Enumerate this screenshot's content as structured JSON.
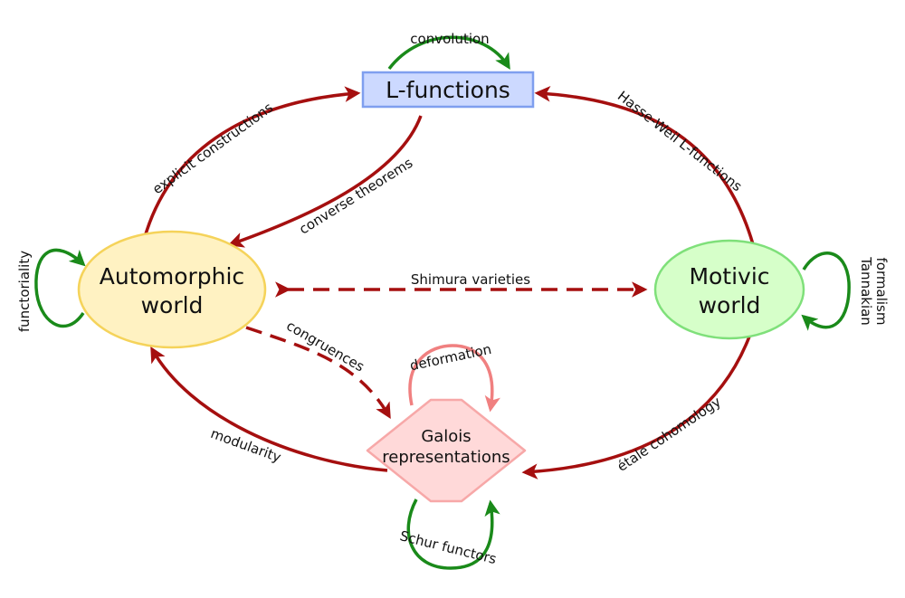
{
  "nodes": {
    "lfunctions": {
      "label": "L-functions"
    },
    "automorphic": {
      "line1": "Automorphic",
      "line2": "world"
    },
    "motivic": {
      "line1": "Motivic",
      "line2": "world"
    },
    "galois": {
      "line1": "Galois",
      "line2": "representations"
    }
  },
  "edges": {
    "convolution": "convolution",
    "explicit_constructions": "explicit constructions",
    "converse_theorems": "converse theorems",
    "hasse_weil": "Hasse-Weil L-functions",
    "shimura": "Shimura varieties",
    "congruences": "congruences",
    "modularity": "modularity",
    "etale": "étale cohomology",
    "functoriality": "functoriality",
    "tannakian_1": "Tannakian",
    "tannakian_2": "formalism",
    "deformation": "deformation",
    "schur": "Schur functors"
  },
  "colors": {
    "arrow_main": "#a50f0f",
    "arrow_self": "#1a8a1a",
    "arrow_deformation": "#f08080",
    "lfunctions_fill": "#ccd9ff",
    "lfunctions_stroke": "#7f9fef",
    "automorphic_fill": "#fff2c2",
    "automorphic_stroke": "#f5d35a",
    "motivic_fill": "#d6ffc9",
    "motivic_stroke": "#7fe07a",
    "galois_fill": "#ffd9d9",
    "galois_stroke": "#f7a8a8"
  }
}
